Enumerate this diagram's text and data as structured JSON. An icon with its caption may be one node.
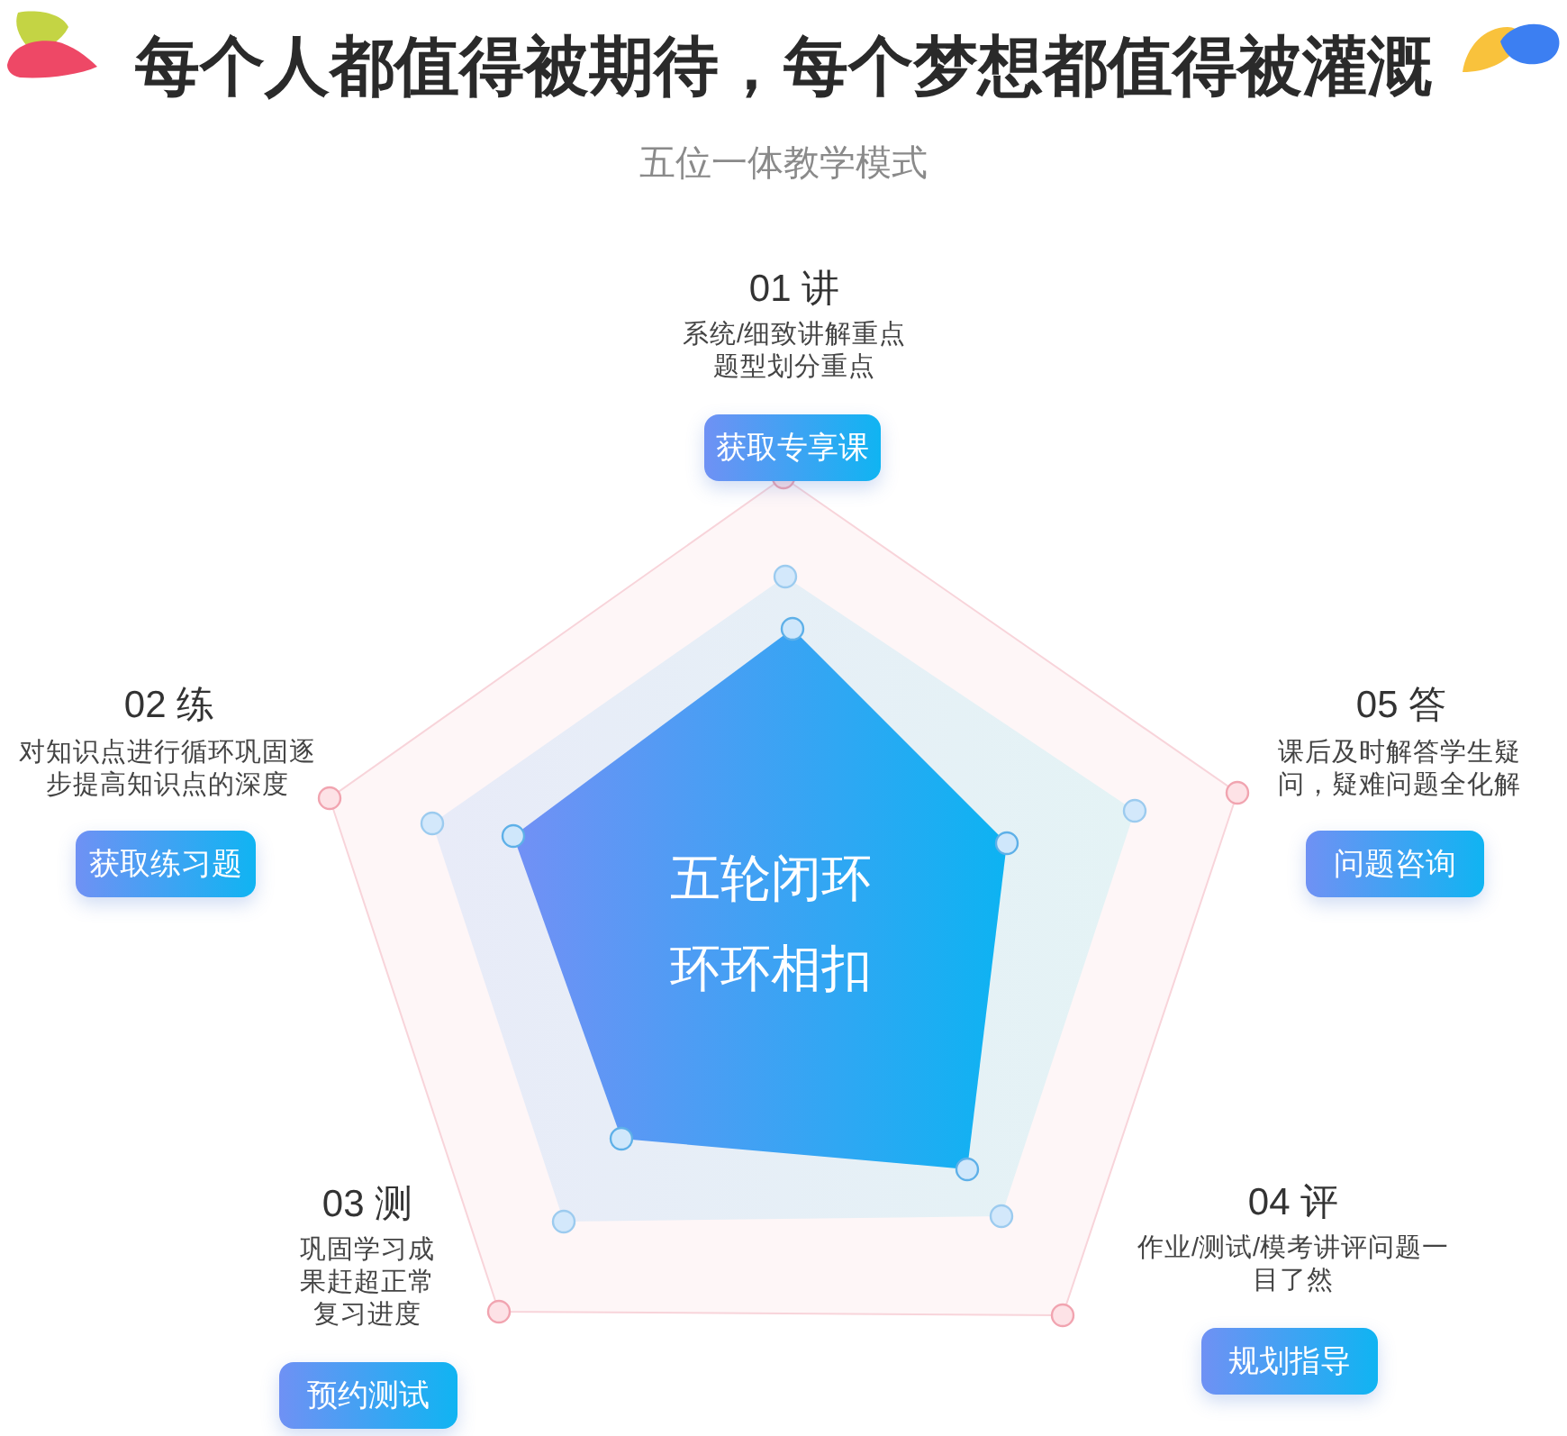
{
  "diagram": {
    "title": "每个人都值得被期待，每个梦想都值得被灌溉",
    "nodes": [
      {
        "text": [
          "获取专享课"
        ],
        "beside": [
          "01 讲",
          "系统/细致讲解重点题型划分重点"
        ]
      },
      {
        "text": [
          "获取练习题"
        ],
        "beside": [
          "02 练",
          "对知识点进行循环巩固逐步提高知识点的深度"
        ]
      },
      {
        "text": [
          "预约测试"
        ],
        "beside": [
          "03 测",
          "巩固学习成果赶超正常复习进度"
        ]
      },
      {
        "text": [
          "规划指导"
        ],
        "beside": [
          "04 评",
          "作业/测试/模考讲评问题一目了然"
        ]
      },
      {
        "text": [
          "问题咨询"
        ],
        "beside": [
          "05 答",
          "课后及时解答学生疑问，疑难问题全化解"
        ]
      },
      {
        "text": [
          "五轮闭环环环相扣"
        ]
      }
    ],
    "labels": [
      "五位一体教学模式"
    ]
  }
}
